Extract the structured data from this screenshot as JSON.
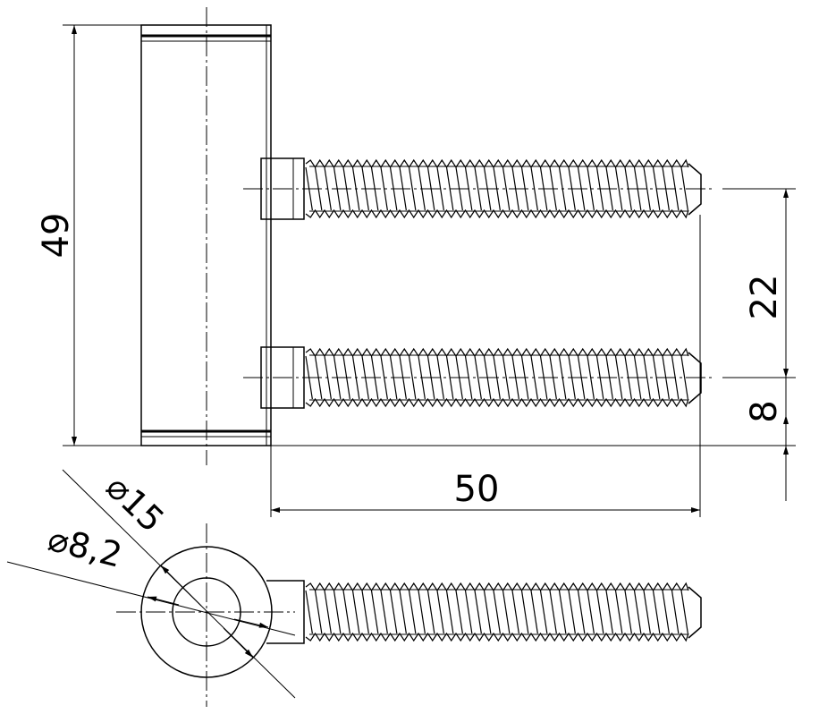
{
  "drawing": {
    "dimensions": {
      "height_total": "49",
      "screw_spacing": "22",
      "bottom_offset": "8",
      "screw_length": "50",
      "outer_diameter": "⌀15",
      "inner_diameter": "⌀8,2"
    }
  },
  "colors": {
    "line": "#000000",
    "background": "#ffffff"
  }
}
